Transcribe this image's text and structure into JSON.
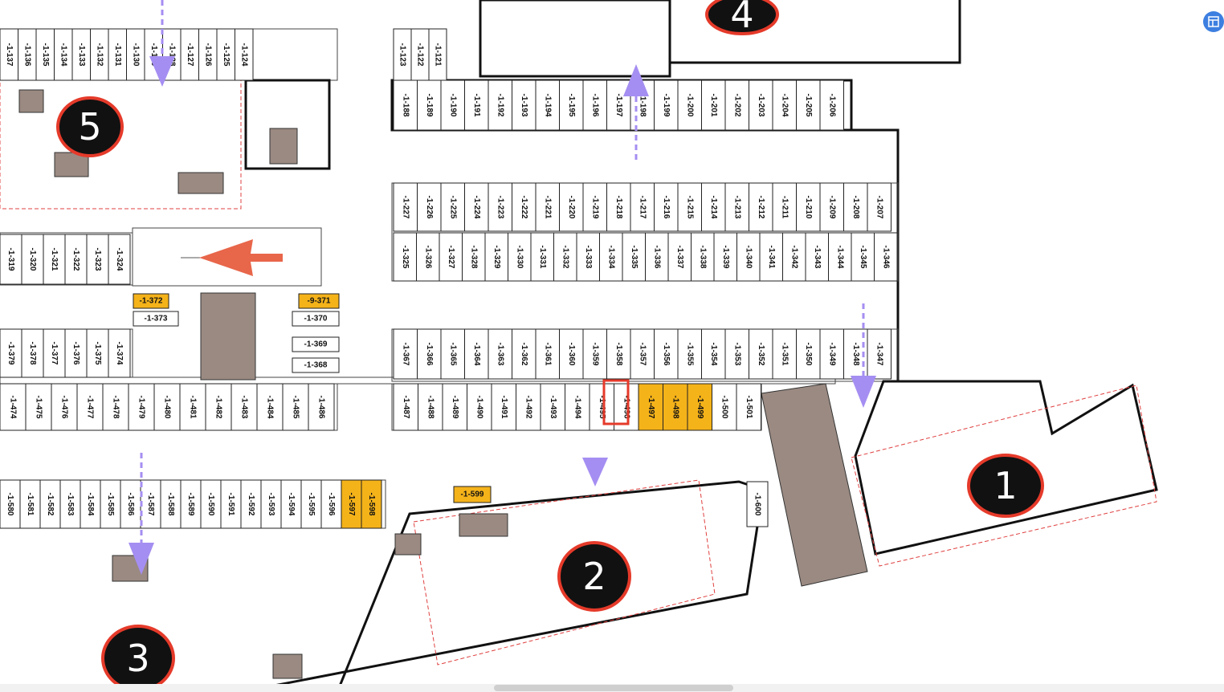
{
  "map": {
    "zones": [
      {
        "label": "1"
      },
      {
        "label": "2"
      },
      {
        "label": "3"
      },
      {
        "label": "4"
      },
      {
        "label": "5"
      }
    ],
    "rows": {
      "row_a": [
        "-1-137",
        "-1-136",
        "-1-135",
        "-1-134",
        "-1-133",
        "-1-132",
        "-1-131",
        "-1-130",
        "-1-129",
        "-1-128",
        "-1-127",
        "-1-126",
        "-1-125",
        "-1-124"
      ],
      "row_b": [
        "-1-123",
        "-1-122",
        "-1-121"
      ],
      "row_c": [
        "-1-188",
        "-1-189",
        "-1-190",
        "-1-191",
        "-1-192",
        "-1-193",
        "-1-194",
        "-1-195",
        "-1-196",
        "-1-197",
        "-1-198",
        "-1-199",
        "-1-200",
        "-1-201",
        "-1-202",
        "-1-203",
        "-1-204",
        "-1-205",
        "-1-206"
      ],
      "row_d": [
        "-1-227",
        "-1-226",
        "-1-225",
        "-1-224",
        "-1-223",
        "-1-222",
        "-1-221",
        "-1-220",
        "-1-219",
        "-1-218",
        "-1-217",
        "-1-216",
        "-1-215",
        "-1-214",
        "-1-213",
        "-1-212",
        "-1-211",
        "-1-210",
        "-1-209",
        "-1-208",
        "-1-207"
      ],
      "row_e": [
        "-1-325",
        "-1-326",
        "-1-327",
        "-1-328",
        "-1-329",
        "-1-330",
        "-1-331",
        "-1-332",
        "-1-333",
        "-1-334",
        "-1-335",
        "-1-336",
        "-1-337",
        "-1-338",
        "-1-339",
        "-1-340",
        "-1-341",
        "-1-342",
        "-1-343",
        "-1-344",
        "-1-345",
        "-1-346"
      ],
      "row_f": [
        "-1-319",
        "-1-320",
        "-1-321",
        "-1-322",
        "-1-323",
        "-1-324"
      ],
      "row_g": [
        "-1-367",
        "-1-366",
        "-1-365",
        "-1-364",
        "-1-363",
        "-1-362",
        "-1-361",
        "-1-360",
        "-1-359",
        "-1-358",
        "-1-357",
        "-1-356",
        "-1-355",
        "-1-354",
        "-1-353",
        "-1-352",
        "-1-351",
        "-1-350",
        "-1-349",
        "-1-348",
        "-1-347"
      ],
      "row_h": [
        "-1-379",
        "-1-378",
        "-1-377",
        "-1-376",
        "-1-375",
        "-1-374"
      ],
      "row_i": [
        "-1-474",
        "-1-475",
        "-1-476",
        "-1-477",
        "-1-478",
        "-1-479",
        "-1-480",
        "-1-481",
        "-1-482",
        "-1-483",
        "-1-484",
        "-1-485",
        "-1-486"
      ],
      "row_j": [
        "-1-487",
        "-1-488",
        "-1-489",
        "-1-490",
        "-1-491",
        "-1-492",
        "-1-493",
        "-1-494",
        "-1-495",
        "-1-496",
        "-1-497",
        "-1-498",
        "-1-499",
        "-1-500",
        "-1-501"
      ],
      "row_k": [
        "-1-580",
        "-1-581",
        "-1-582",
        "-1-583",
        "-1-584",
        "-1-585",
        "-1-586",
        "-1-587",
        "-1-588",
        "-1-589",
        "-1-590",
        "-1-591",
        "-1-592",
        "-1-593",
        "-1-594",
        "-1-595",
        "-1-596",
        "-1-597",
        "-1-598"
      ],
      "yellow_spots": [
        "-1-372",
        "-9-371",
        "-1-599"
      ],
      "misc_spots": [
        "-1-373",
        "-1-370",
        "-1-369",
        "-1-368",
        "-1-600"
      ]
    },
    "highlighted_spot": "-1-496",
    "highlight_color": "#e53a2a",
    "zone_circle_color": "#111111",
    "zone_ring_color": "#e53a2a",
    "exit_arrow_color": "#e8664a",
    "path_arrow_color": "#a58ef2",
    "reserved_color": "#f5b31a",
    "storage_color": "#9a8a82"
  },
  "toolbar": {
    "icon": "layout-icon"
  }
}
